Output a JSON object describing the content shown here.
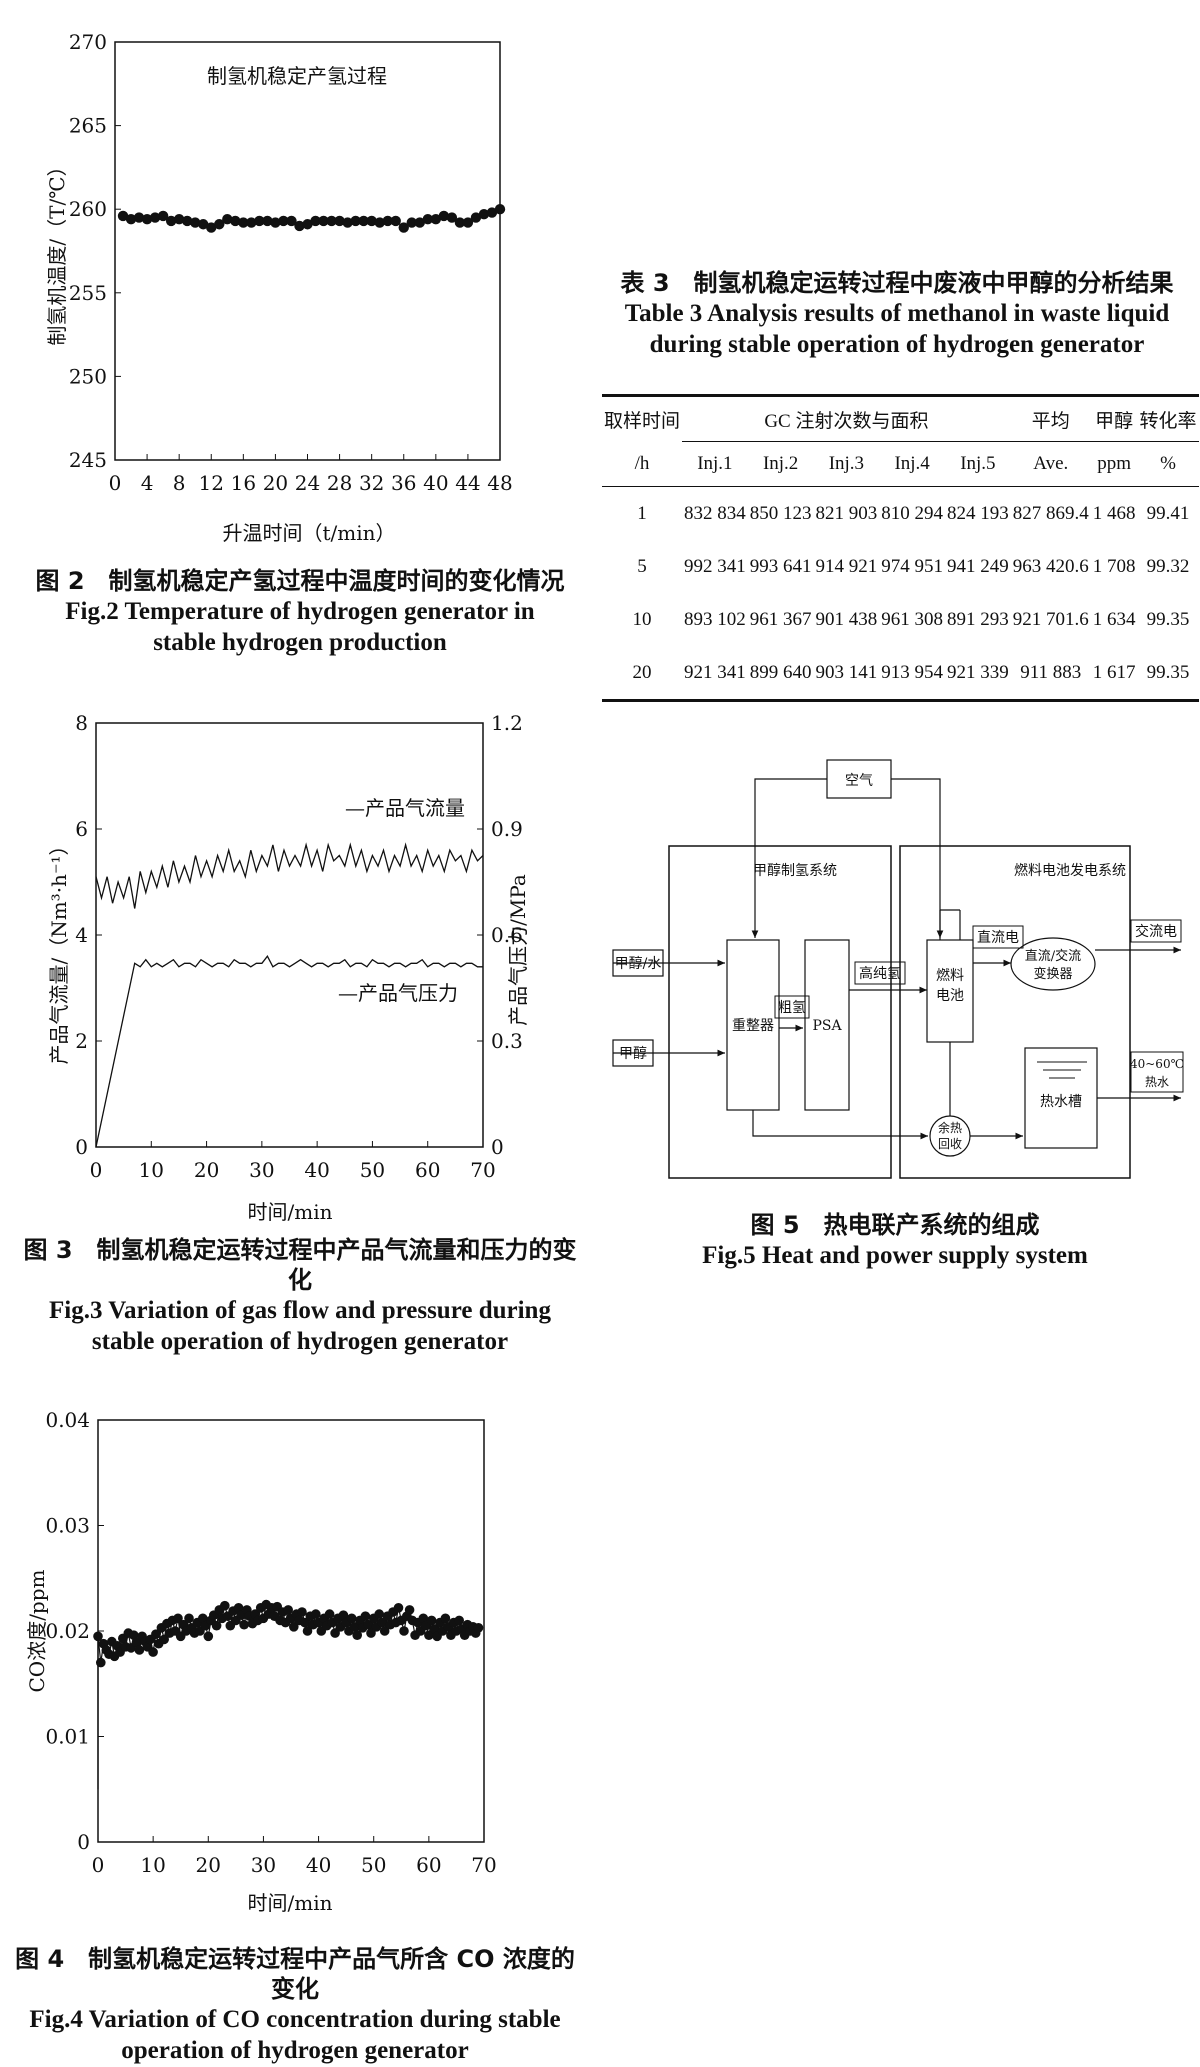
{
  "figure2": {
    "caption_zh": "图 2　制氢机稳定产氢过程中温度时间的变化情况",
    "caption_en": "Fig.2 Temperature of hydrogen generator in stable hydrogen production",
    "chart_data": {
      "type": "scatter",
      "title": "制氢机稳定产氢过程",
      "xlabel": "升温时间（t/min）",
      "ylabel": "制氢机温度/（T/℃）",
      "xlim": [
        0,
        48
      ],
      "ylim": [
        245,
        270
      ],
      "xticks": [
        0,
        4,
        8,
        12,
        16,
        20,
        24,
        28,
        32,
        36,
        40,
        44,
        48
      ],
      "yticks": [
        245,
        250,
        255,
        260,
        265,
        270
      ],
      "x": [
        1,
        2,
        3,
        4,
        5,
        6,
        7,
        8,
        9,
        10,
        11,
        12,
        13,
        14,
        15,
        16,
        17,
        18,
        19,
        20,
        21,
        22,
        23,
        24,
        25,
        26,
        27,
        28,
        29,
        30,
        31,
        32,
        33,
        34,
        35,
        36,
        37,
        38,
        39,
        40,
        41,
        42,
        43,
        44,
        45,
        46,
        47,
        48
      ],
      "y": [
        259.6,
        259.4,
        259.5,
        259.4,
        259.5,
        259.6,
        259.3,
        259.4,
        259.3,
        259.2,
        259.1,
        258.9,
        259.1,
        259.4,
        259.3,
        259.2,
        259.2,
        259.3,
        259.3,
        259.2,
        259.3,
        259.3,
        259.0,
        259.1,
        259.3,
        259.3,
        259.3,
        259.3,
        259.2,
        259.3,
        259.3,
        259.3,
        259.2,
        259.3,
        259.3,
        258.9,
        259.2,
        259.2,
        259.4,
        259.4,
        259.6,
        259.5,
        259.2,
        259.2,
        259.5,
        259.7,
        259.8,
        260.0
      ]
    }
  },
  "figure3": {
    "caption_zh": "图 3　制氢机稳定运转过程中产品气流量和压力的变化",
    "caption_en": "Fig.3 Variation of gas flow and pressure during stable operation of hydrogen generator",
    "chart_data": {
      "type": "line",
      "xlabel": "时间/min",
      "ylabel": "产品气流量/（Nm³·h⁻¹）",
      "y2label": "产品气压力/MPa",
      "xlim": [
        0,
        70
      ],
      "ylim": [
        0,
        8
      ],
      "y2lim": [
        0,
        1.2
      ],
      "xticks": [
        0,
        10,
        20,
        30,
        40,
        50,
        60,
        70
      ],
      "yticks": [
        0,
        2,
        4,
        6,
        8
      ],
      "y2ticks": [
        "0",
        "0.3",
        "0.6",
        "0.9",
        "1.2"
      ],
      "series": [
        {
          "name": "—产品气流量",
          "axis": "left",
          "x": [
            0,
            1,
            2,
            3,
            4,
            5,
            6,
            7,
            8,
            9,
            10,
            11,
            12,
            13,
            14,
            15,
            16,
            17,
            18,
            19,
            20,
            21,
            22,
            23,
            24,
            25,
            26,
            27,
            28,
            29,
            30,
            31,
            32,
            33,
            34,
            35,
            36,
            37,
            38,
            39,
            40,
            41,
            42,
            43,
            44,
            45,
            46,
            47,
            48,
            49,
            50,
            51,
            52,
            53,
            54,
            55,
            56,
            57,
            58,
            59,
            60,
            61,
            62,
            63,
            64,
            65,
            66,
            67,
            68,
            69,
            70
          ],
          "y": [
            5.1,
            4.7,
            5.1,
            4.6,
            5.0,
            4.7,
            5.1,
            4.5,
            5.2,
            4.8,
            5.2,
            4.9,
            5.3,
            4.9,
            5.4,
            5.0,
            5.3,
            5.0,
            5.5,
            5.1,
            5.4,
            5.1,
            5.5,
            5.2,
            5.6,
            5.2,
            5.4,
            5.1,
            5.6,
            5.2,
            5.5,
            5.3,
            5.7,
            5.2,
            5.6,
            5.3,
            5.5,
            5.3,
            5.7,
            5.3,
            5.6,
            5.2,
            5.7,
            5.4,
            5.5,
            5.3,
            5.7,
            5.3,
            5.6,
            5.2,
            5.5,
            5.3,
            5.6,
            5.2,
            5.5,
            5.3,
            5.7,
            5.3,
            5.5,
            5.2,
            5.6,
            5.3,
            5.5,
            5.2,
            5.6,
            5.4,
            5.5,
            5.2,
            5.6,
            5.4,
            5.5
          ]
        },
        {
          "name": "—产品气压力",
          "axis": "right",
          "x": [
            0,
            7,
            8,
            9,
            10,
            11,
            12,
            13,
            14,
            15,
            16,
            17,
            18,
            19,
            20,
            21,
            22,
            23,
            24,
            25,
            26,
            27,
            28,
            29,
            30,
            31,
            32,
            33,
            34,
            35,
            36,
            37,
            38,
            39,
            40,
            41,
            42,
            43,
            44,
            45,
            46,
            47,
            48,
            49,
            50,
            51,
            52,
            53,
            54,
            55,
            56,
            57,
            58,
            59,
            60,
            61,
            62,
            63,
            64,
            65,
            66,
            67,
            68,
            69,
            70
          ],
          "y": [
            0,
            0.52,
            0.51,
            0.53,
            0.51,
            0.52,
            0.51,
            0.52,
            0.53,
            0.51,
            0.52,
            0.52,
            0.51,
            0.53,
            0.52,
            0.51,
            0.52,
            0.52,
            0.51,
            0.53,
            0.52,
            0.52,
            0.51,
            0.52,
            0.52,
            0.54,
            0.51,
            0.52,
            0.52,
            0.51,
            0.52,
            0.53,
            0.52,
            0.51,
            0.52,
            0.52,
            0.51,
            0.52,
            0.52,
            0.53,
            0.51,
            0.52,
            0.52,
            0.51,
            0.53,
            0.52,
            0.52,
            0.51,
            0.52,
            0.52,
            0.51,
            0.52,
            0.52,
            0.53,
            0.51,
            0.52,
            0.52,
            0.51,
            0.52,
            0.52,
            0.51,
            0.52,
            0.52,
            0.51,
            0.51
          ]
        }
      ]
    }
  },
  "figure4": {
    "caption_zh": "图 4　制氢机稳定运转过程中产品气所含 CO 浓度的变化",
    "caption_en": "Fig.4 Variation of CO concentration during stable operation of hydrogen generator",
    "chart_data": {
      "type": "scatter",
      "xlabel": "时间/min",
      "ylabel": "CO浓度/ppm",
      "xlim": [
        0,
        70
      ],
      "ylim": [
        0,
        0.04
      ],
      "xticks": [
        0,
        10,
        20,
        30,
        40,
        50,
        60,
        70
      ],
      "yticks": [
        "0",
        "0.01",
        "0.02",
        "0.03",
        "0.04"
      ],
      "x": [
        0,
        0.5,
        1,
        1.5,
        2,
        2.5,
        3,
        3.5,
        4,
        4.5,
        5,
        5.5,
        6,
        6.5,
        7,
        7.5,
        8,
        8.5,
        9,
        9.5,
        10,
        10.5,
        11,
        11.5,
        12,
        12.5,
        13,
        13.5,
        14,
        14.5,
        15,
        15.5,
        16,
        16.5,
        17,
        17.5,
        18,
        18.5,
        19,
        19.5,
        20,
        20.5,
        21,
        21.5,
        22,
        22.5,
        23,
        23.5,
        24,
        24.5,
        25,
        25.5,
        26,
        26.5,
        27,
        27.5,
        28,
        28.5,
        29,
        29.5,
        30,
        30.5,
        31,
        31.5,
        32,
        32.5,
        33,
        33.5,
        34,
        34.5,
        35,
        35.5,
        36,
        36.5,
        37,
        37.5,
        38,
        38.5,
        39,
        39.5,
        40,
        40.5,
        41,
        41.5,
        42,
        42.5,
        43,
        43.5,
        44,
        44.5,
        45,
        45.5,
        46,
        46.5,
        47,
        47.5,
        48,
        48.5,
        49,
        49.5,
        50,
        50.5,
        51,
        51.5,
        52,
        52.5,
        53,
        53.5,
        54,
        54.5,
        55,
        55.5,
        56,
        56.5,
        57,
        57.5,
        58,
        58.5,
        59,
        59.5,
        60,
        60.5,
        61,
        61.5,
        62,
        62.5,
        63,
        63.5,
        64,
        64.5,
        65,
        65.5,
        66,
        66.5,
        67,
        67.5,
        68,
        68.5,
        69
      ],
      "y": [
        0.0195,
        0.017,
        0.0188,
        0.0182,
        0.0178,
        0.019,
        0.0176,
        0.0186,
        0.018,
        0.0193,
        0.0185,
        0.0198,
        0.0184,
        0.0196,
        0.0189,
        0.0182,
        0.0195,
        0.019,
        0.0185,
        0.0192,
        0.018,
        0.0197,
        0.0188,
        0.0203,
        0.0192,
        0.0207,
        0.0198,
        0.021,
        0.02,
        0.0212,
        0.0195,
        0.0206,
        0.02,
        0.0212,
        0.0203,
        0.0198,
        0.0208,
        0.02,
        0.0212,
        0.0205,
        0.0195,
        0.021,
        0.0215,
        0.0205,
        0.022,
        0.0212,
        0.0224,
        0.0214,
        0.0205,
        0.0219,
        0.021,
        0.0222,
        0.0215,
        0.0206,
        0.022,
        0.0214,
        0.0207,
        0.0216,
        0.021,
        0.0222,
        0.0212,
        0.0225,
        0.0216,
        0.0222,
        0.0214,
        0.0223,
        0.021,
        0.0218,
        0.0208,
        0.022,
        0.0212,
        0.0204,
        0.0216,
        0.021,
        0.0218,
        0.0208,
        0.02,
        0.0214,
        0.0206,
        0.0216,
        0.0208,
        0.02,
        0.0212,
        0.0205,
        0.0216,
        0.0208,
        0.0198,
        0.0212,
        0.0204,
        0.0215,
        0.0208,
        0.02,
        0.0212,
        0.0204,
        0.0196,
        0.021,
        0.0203,
        0.0214,
        0.0206,
        0.0198,
        0.0212,
        0.0204,
        0.0216,
        0.0208,
        0.02,
        0.0214,
        0.0206,
        0.0218,
        0.0208,
        0.0222,
        0.021,
        0.02,
        0.0214,
        0.022,
        0.021,
        0.0196,
        0.0208,
        0.02,
        0.0212,
        0.0205,
        0.0196,
        0.021,
        0.0202,
        0.0195,
        0.0208,
        0.02,
        0.0212,
        0.0204,
        0.0196,
        0.0208,
        0.02,
        0.021,
        0.0202,
        0.0196,
        0.0206,
        0.02,
        0.0204,
        0.0198,
        0.0203
      ]
    }
  },
  "table3": {
    "title_zh": "表 3　制氢机稳定运转过程中废液中甲醇的分析结果",
    "title_en": "Table 3 Analysis results of methanol in waste liquid during stable operation of hydrogen generator",
    "chart_data": {
      "type": "table",
      "header_row1": [
        "取样时间",
        "GC 注射次数与面积",
        "平均",
        "甲醇",
        "转化率"
      ],
      "header_row2": [
        "/h",
        "Inj.1",
        "Inj.2",
        "Inj.3",
        "Inj.4",
        "Inj.5",
        "Ave.",
        "ppm",
        "%"
      ],
      "rows": [
        [
          "1",
          "832 834",
          "850 123",
          "821 903",
          "810 294",
          "824 193",
          "827 869.4",
          "1 468",
          "99.41"
        ],
        [
          "5",
          "992 341",
          "993 641",
          "914 921",
          "974 951",
          "941 249",
          "963 420.6",
          "1 708",
          "99.32"
        ],
        [
          "10",
          "893 102",
          "961 367",
          "901 438",
          "961 308",
          "891 293",
          "921 701.6",
          "1 634",
          "99.35"
        ],
        [
          "20",
          "921 341",
          "899 640",
          "903 141",
          "913 954",
          "921 339",
          "911 883",
          "1 617",
          "99.35"
        ]
      ]
    }
  },
  "figure5": {
    "caption_zh": "图 5　热电联产系统的组成",
    "caption_en": "Fig.5 Heat and power supply system",
    "labels": {
      "air": "空气",
      "methanol_system": "甲醇制氢系统",
      "fuelcell_system": "燃料电池发电系统",
      "methanol_water": "甲醇/水",
      "methanol": "甲醇",
      "reformer": "重整器",
      "crude_h2": "粗氢",
      "psa": "PSA",
      "pure_h2": "高纯氢",
      "fuel_cell_1": "燃料",
      "fuel_cell_2": "电池",
      "dc": "直流电",
      "converter_1": "直流/交流",
      "converter_2": "变换器",
      "ac": "交流电",
      "hot_water_out_1": "40~60℃",
      "hot_water_out_2": "热水",
      "hot_tank": "热水槽",
      "heat_recovery_1": "余热",
      "heat_recovery_2": "回收"
    }
  }
}
